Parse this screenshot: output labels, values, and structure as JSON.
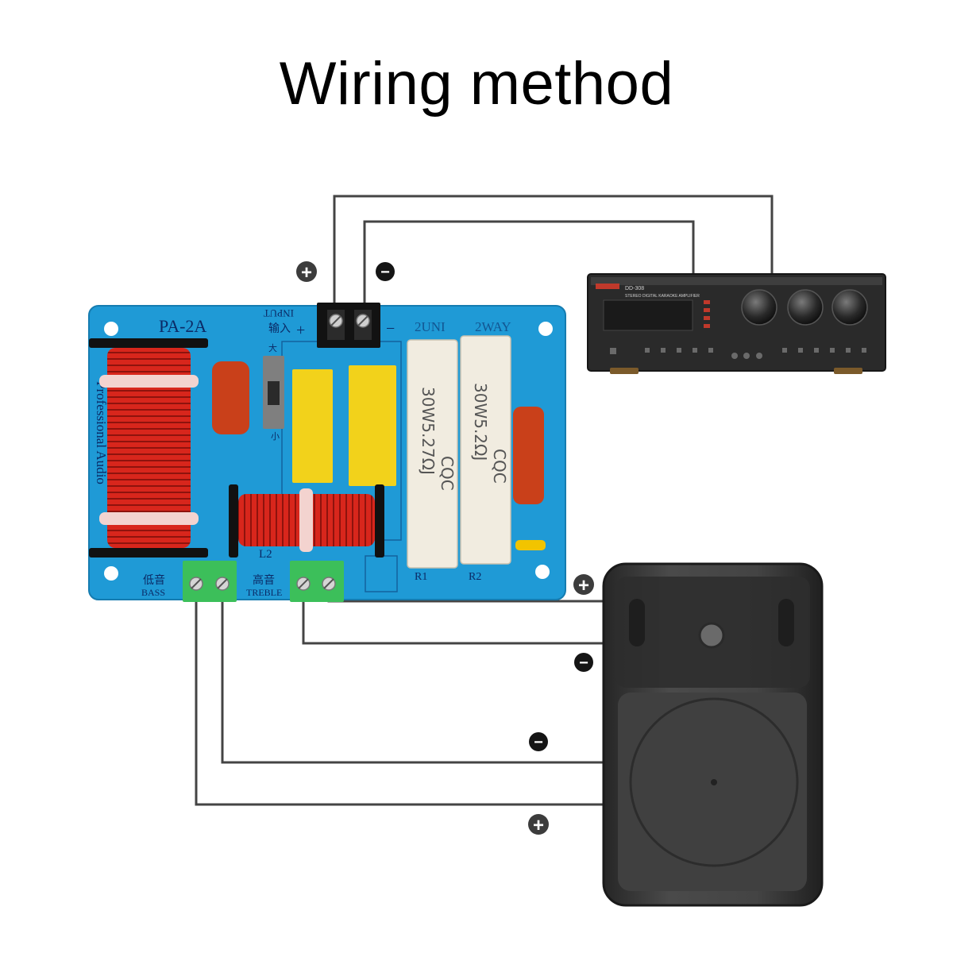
{
  "title": "Wiring method",
  "colors": {
    "wire": "#444444",
    "board": "#1f9ad6",
    "coil": "#d8261c",
    "capacitor_yellow": "#f2d21b",
    "capacitor_orange": "#c9401a",
    "resistor": "#f1ece0",
    "terminal_green": "#3cbf5a",
    "amplifier": "#2a2a2a",
    "speaker": "#3c3c3c"
  },
  "board": {
    "model": "PA-2A",
    "input_label": "INPUT",
    "input_cn": "输入",
    "plus": "+",
    "minus": "−",
    "big_cn": "大",
    "small_cn": "小",
    "spec1": "2UNI",
    "spec2": "2WAY",
    "vertical_text": "Professional Audio",
    "coil_label": "L2",
    "bass_cn": "低音",
    "bass": "BASS",
    "treble_cn": "高音",
    "treble": "TREBLE",
    "r1": "R1",
    "r2": "R2",
    "resistor1_text": "30W5.27ΩJ",
    "resistor2_text": "30W5.2ΩJ",
    "resistor_brand": "CQC"
  },
  "amplifier": {
    "model": "DD-308",
    "subtitle": "STEREO DIGITAL KARAOKE AMPLIFIER"
  },
  "markers": {
    "input_plus": "+",
    "input_minus": "−",
    "treble_plus": "+",
    "treble_minus": "−",
    "bass_minus": "−",
    "bass_plus": "+"
  }
}
